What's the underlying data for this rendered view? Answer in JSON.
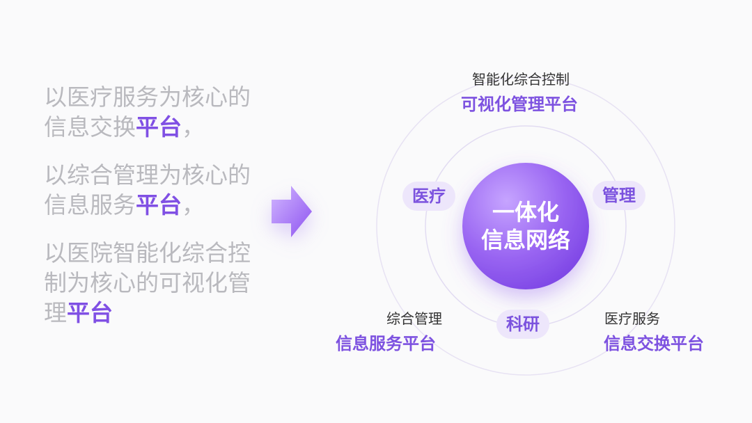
{
  "left_text": {
    "para1": {
      "normal": "以医疗服务为核心的信息交换",
      "highlight": "平台",
      "suffix": "，"
    },
    "para2": {
      "normal": "以综合管理为核心的信息服务",
      "highlight": "平台",
      "suffix": "，"
    },
    "para3": {
      "normal": "以医院智能化综合控制为核心的可视化管理",
      "highlight": "平台",
      "suffix": ""
    }
  },
  "center": {
    "line1": "一体化",
    "line2": "信息网络"
  },
  "pills": {
    "medical": "医疗",
    "management": "管理",
    "research": "科研"
  },
  "nodes": {
    "top": {
      "small": "智能化综合控制",
      "big": "可视化管理平台"
    },
    "bottom_left": {
      "small": "综合管理",
      "big": "信息服务平台"
    },
    "bottom_right": {
      "small": "医疗服务",
      "big": "信息交换平台"
    }
  },
  "colors": {
    "accent": "#7d52e0",
    "pill_bg": "#ede6fb",
    "muted_text": "#b9b9be",
    "ring": "#e7e2f3"
  },
  "icons": {
    "arrow": "arrow-right-icon"
  }
}
